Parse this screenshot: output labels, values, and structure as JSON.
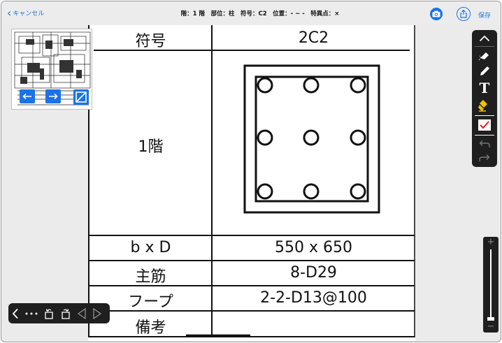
{
  "header": {
    "cancel_label": "キャンセル",
    "title": "階：1 階　部位：柱　符号：C2　位置：- ~ -　特異点：×",
    "save_label": "保存"
  },
  "table": {
    "rows": [
      {
        "label": "符号",
        "value": "2C2"
      },
      {
        "label": "1階",
        "value": ""
      },
      {
        "label": "b x D",
        "value": "550 x 650"
      },
      {
        "label": "主筋",
        "value": "8-D29"
      },
      {
        "label": "フープ",
        "value": "2-2-D13@100"
      },
      {
        "label": "備考",
        "value": ""
      }
    ]
  },
  "colors": {
    "accent": "#1a73e8",
    "toolbar_bg": "#1f1f1f",
    "checkbox_red": "#e02020",
    "highlighter_yellow": "#f2c200"
  },
  "icons": {
    "top": [
      "chevron-left-icon",
      "camera-icon",
      "share-icon"
    ],
    "toolbar": [
      "chevron-up-icon",
      "eraser-icon",
      "pencil-icon",
      "text-icon",
      "highlighter-icon",
      "checkbox-icon",
      "undo-icon",
      "redo-icon"
    ],
    "thumbnail": [
      "arrow-left-icon",
      "arrow-right-icon",
      "fit-icon"
    ],
    "bottom_nav": [
      "chevron-left-icon",
      "more-icon",
      "rotate-left-icon",
      "rotate-right-icon",
      "prev-page-icon",
      "next-page-icon"
    ],
    "zoom": [
      "plus-icon",
      "minus-icon"
    ]
  }
}
